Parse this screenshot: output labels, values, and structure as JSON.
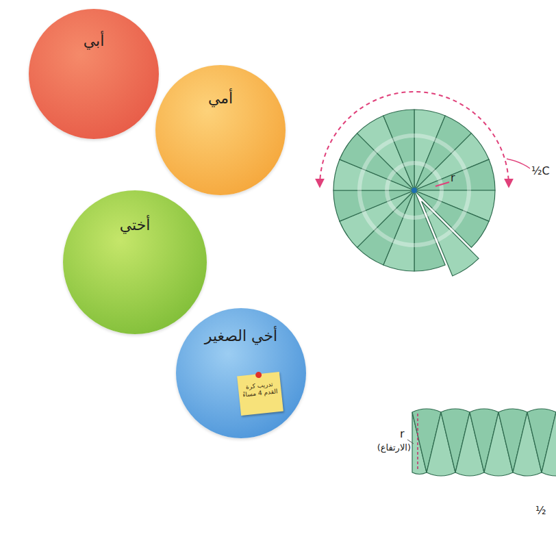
{
  "diagram": {
    "nodes": [
      {
        "text": [
          "أبي"
        ]
      },
      {
        "text": [
          "أمي"
        ]
      },
      {
        "text": [
          "أختي"
        ]
      },
      {
        "text": [
          "أخي الصغير"
        ]
      },
      {
        "text": [
          "تدريب كرة القدم 4 مساءً"
        ],
        "in": 3
      }
    ],
    "labels": [
      "r",
      "½C",
      "r",
      "(الارتفاع)",
      "½"
    ]
  }
}
